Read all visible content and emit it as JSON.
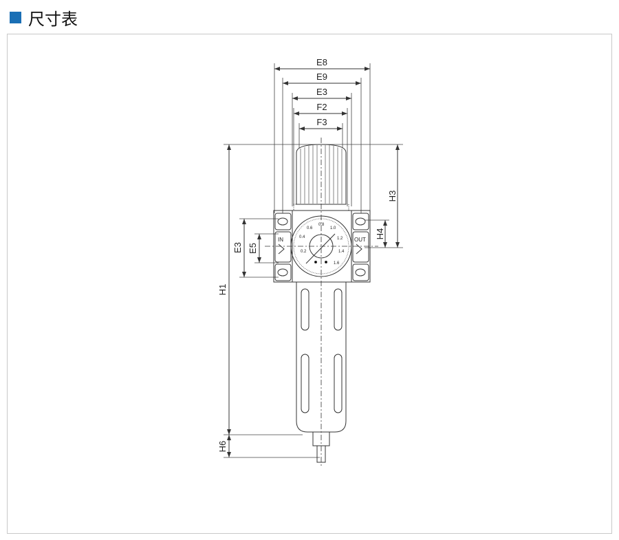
{
  "header": {
    "title": "尺寸表",
    "accent": "#1a6fb5"
  },
  "dims": {
    "E8": "E8",
    "E9": "E9",
    "E3": "E3",
    "F2": "F2",
    "F3": "F3",
    "H1": "H1",
    "H3": "H3",
    "H4": "H4",
    "E3_side": "E3",
    "E5": "E5",
    "H6": "H6"
  },
  "ports": {
    "in": "IN",
    "out": "OUT"
  },
  "gauge": {
    "ticks": [
      "0.2",
      "0.4",
      "0.6",
      "0.8",
      "1.0",
      "1.2",
      "1.4",
      "1.6"
    ]
  }
}
